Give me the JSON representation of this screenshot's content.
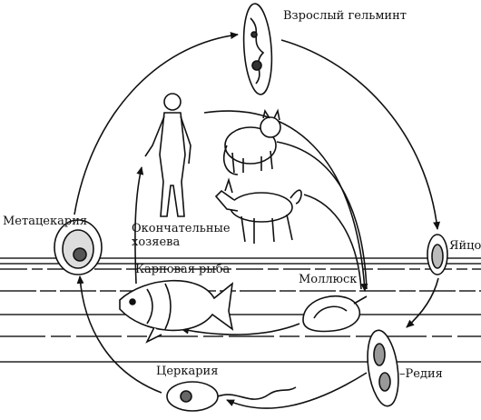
{
  "labels": {
    "adult_helminth": "Взрослый гельминт",
    "egg": "Яйцо",
    "redia": "–Редия",
    "cercaria": "Церкария",
    "metacercaria": "Метацекария",
    "definitive_hosts": "Окончательные\nхозяева",
    "carp": "Карповая рыба",
    "mollusk": "Моллюск"
  }
}
